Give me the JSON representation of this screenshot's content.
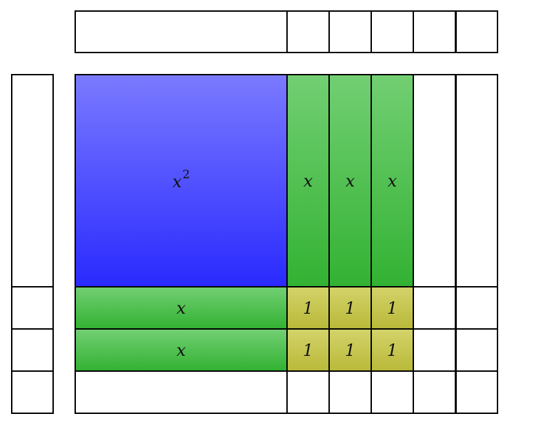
{
  "tiles": {
    "x_squared": {
      "label": "x",
      "exponent": "2"
    },
    "x_tile": "x",
    "unit_tile": "1"
  },
  "colors": {
    "x_squared": "#3333ff",
    "x_tile": "#44bb44",
    "unit_tile": "#c6c64f",
    "outline": "#000000"
  }
}
